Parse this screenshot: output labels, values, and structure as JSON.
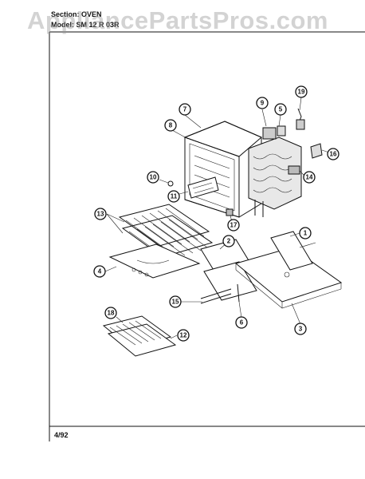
{
  "header": {
    "section_label": "Section:",
    "section_value": "OVEN",
    "model_label": "Model:",
    "model_value": "SM 12 R 03R"
  },
  "watermark": {
    "text": "AppliancePartsPros.com"
  },
  "footer": {
    "date": "4/92"
  },
  "diagram": {
    "callouts": [
      {
        "id": "1",
        "label": "1"
      },
      {
        "id": "2",
        "label": "2"
      },
      {
        "id": "3",
        "label": "3"
      },
      {
        "id": "4",
        "label": "4"
      },
      {
        "id": "5",
        "label": "5"
      },
      {
        "id": "6",
        "label": "6"
      },
      {
        "id": "7",
        "label": "7"
      },
      {
        "id": "8",
        "label": "8"
      },
      {
        "id": "9",
        "label": "9"
      },
      {
        "id": "10",
        "label": "10"
      },
      {
        "id": "11",
        "label": "11"
      },
      {
        "id": "12",
        "label": "12"
      },
      {
        "id": "13",
        "label": "13"
      },
      {
        "id": "14",
        "label": "14"
      },
      {
        "id": "15",
        "label": "15"
      },
      {
        "id": "16",
        "label": "16"
      },
      {
        "id": "17",
        "label": "17"
      },
      {
        "id": "18",
        "label": "18"
      },
      {
        "id": "19",
        "label": "19"
      }
    ]
  }
}
